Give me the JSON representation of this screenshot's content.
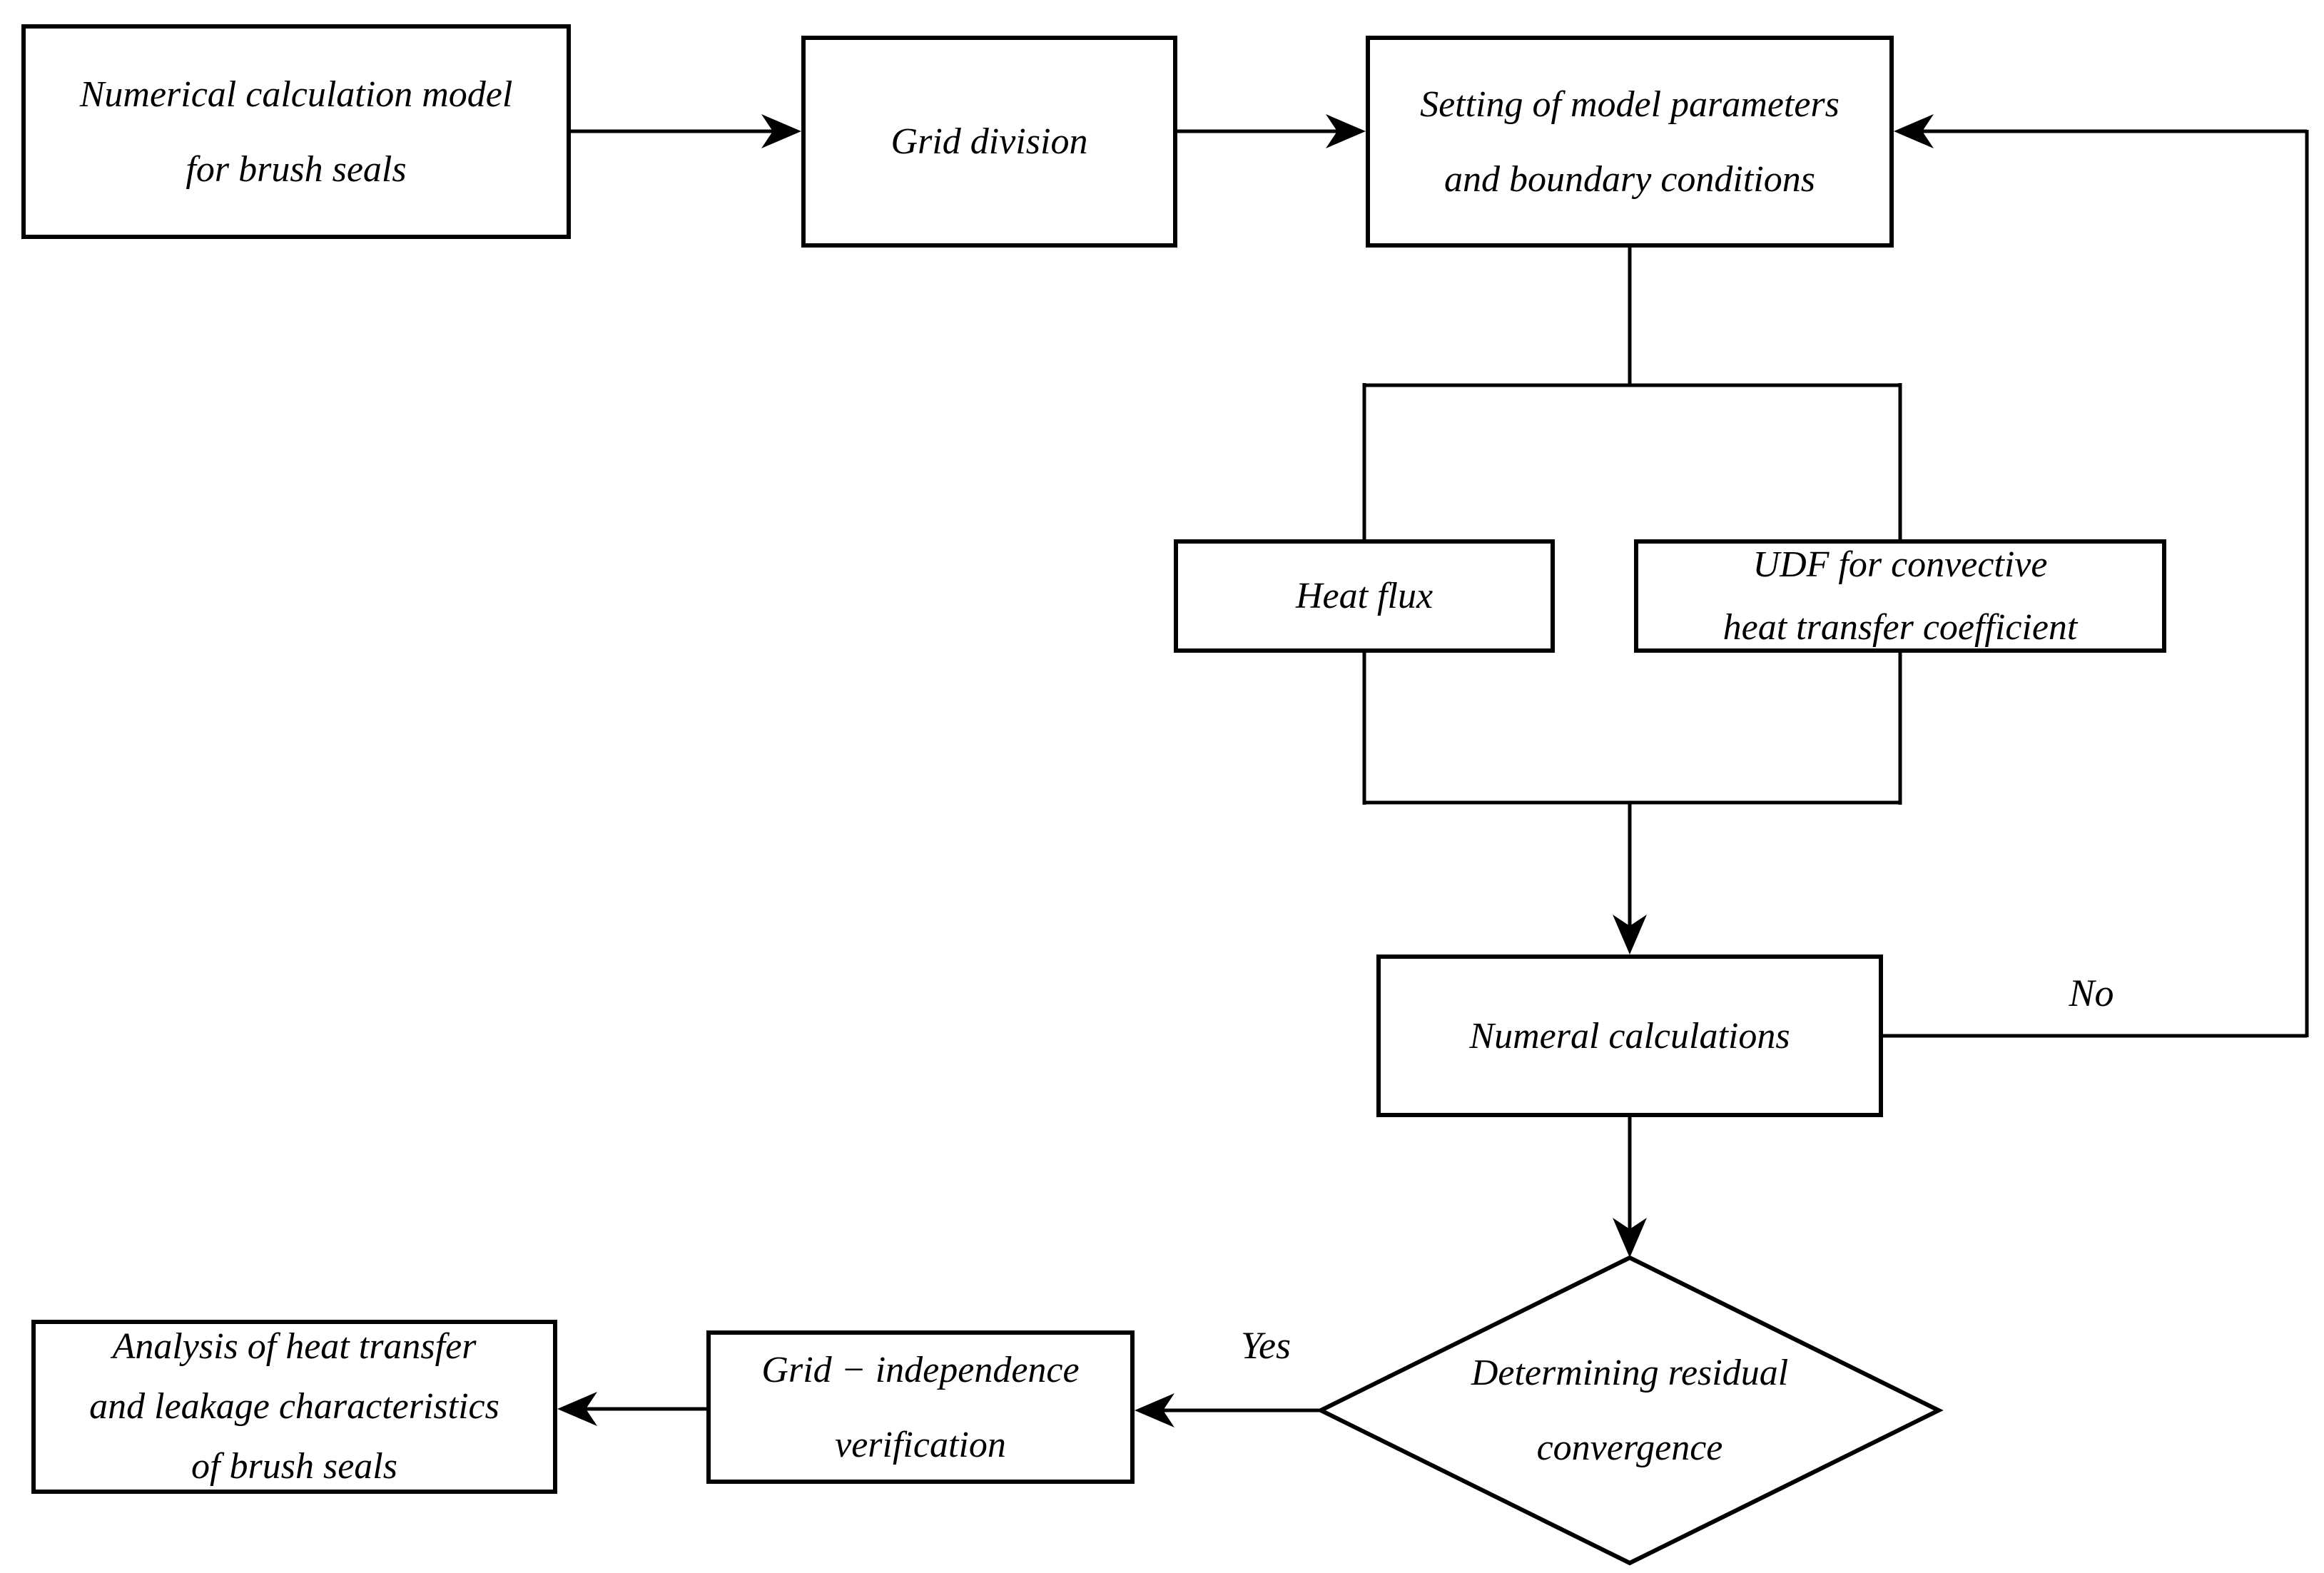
{
  "diagram": {
    "background": "#ffffff",
    "stroke_color": "#000000",
    "nodes": {
      "model": {
        "type": "process",
        "lines": [
          "Numerical calculation model",
          "for brush seals"
        ]
      },
      "grid_division": {
        "type": "process",
        "lines": [
          "Grid division"
        ]
      },
      "settings": {
        "type": "process",
        "lines": [
          "Setting of model parameters",
          "and boundary conditions"
        ]
      },
      "heat_flux": {
        "type": "process",
        "lines": [
          "Heat flux"
        ]
      },
      "udf": {
        "type": "process",
        "lines": [
          "UDF for convective",
          "heat transfer coefficient"
        ]
      },
      "numeral_calculations": {
        "type": "process",
        "lines": [
          "Numeral calculations"
        ]
      },
      "residual_convergence": {
        "type": "decision",
        "lines": [
          "Determining residual",
          "convergence"
        ]
      },
      "grid_independence": {
        "type": "process",
        "lines": [
          "Grid − independence",
          "verification"
        ]
      },
      "analysis": {
        "type": "process",
        "lines": [
          "Analysis of heat transfer",
          "and leakage characteristics",
          "of brush seals"
        ]
      }
    },
    "edge_labels": {
      "yes": "Yes",
      "no": "No"
    },
    "edges": [
      {
        "from": "model",
        "to": "grid_division"
      },
      {
        "from": "grid_division",
        "to": "settings"
      },
      {
        "from": "settings",
        "to": "heat_flux"
      },
      {
        "from": "settings",
        "to": "udf"
      },
      {
        "from": "heat_flux",
        "to": "numeral_calculations"
      },
      {
        "from": "udf",
        "to": "numeral_calculations"
      },
      {
        "from": "numeral_calculations",
        "to": "residual_convergence"
      },
      {
        "from": "residual_convergence",
        "to": "grid_independence",
        "label": "Yes"
      },
      {
        "from": "residual_convergence",
        "to": "settings",
        "label": "No"
      },
      {
        "from": "grid_independence",
        "to": "analysis"
      }
    ]
  }
}
